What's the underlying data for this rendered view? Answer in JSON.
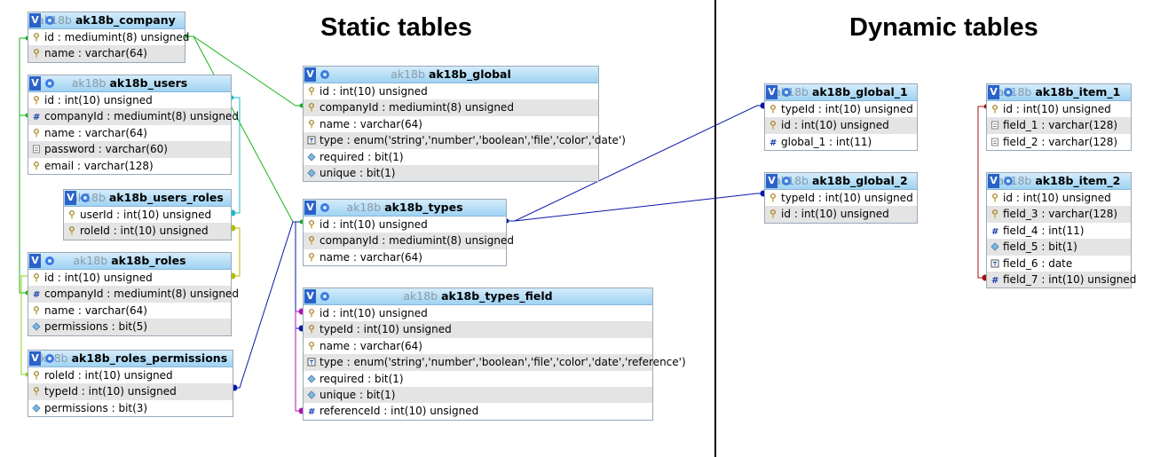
{
  "headings": {
    "static": "Static tables",
    "dynamic": "Dynamic tables"
  },
  "colors": {
    "green": "#19b319",
    "teal": "#1fb8c8",
    "olive": "#b9b900",
    "blue": "#0a17a8",
    "magenta": "#b010b8",
    "darkred": "#a01010"
  },
  "tables": [
    {
      "id": "company",
      "prefix": "ak18b",
      "name": "ak18b_company",
      "fields": [
        {
          "text": "id : mediumint(8) unsigned",
          "icon": "key"
        },
        {
          "text": "name : varchar(64)",
          "icon": "key"
        }
      ]
    },
    {
      "id": "users",
      "prefix": "ak18b",
      "name": "ak18b_users",
      "fields": [
        {
          "text": "id : int(10) unsigned",
          "icon": "key"
        },
        {
          "text": "companyId : mediumint(8) unsigned",
          "icon": "hash"
        },
        {
          "text": "name : varchar(64)",
          "icon": "key"
        },
        {
          "text": "password : varchar(60)",
          "icon": "text"
        },
        {
          "text": "email : varchar(128)",
          "icon": "key"
        }
      ]
    },
    {
      "id": "users_roles",
      "prefix": "ak18b",
      "name": "ak18b_users_roles",
      "fields": [
        {
          "text": "userId : int(10) unsigned",
          "icon": "key"
        },
        {
          "text": "roleId : int(10) unsigned",
          "icon": "key"
        }
      ]
    },
    {
      "id": "roles",
      "prefix": "ak18b",
      "name": "ak18b_roles",
      "fields": [
        {
          "text": "id : int(10) unsigned",
          "icon": "key"
        },
        {
          "text": "companyId : mediumint(8) unsigned",
          "icon": "hash"
        },
        {
          "text": "name : varchar(64)",
          "icon": "key"
        },
        {
          "text": "permissions : bit(5)",
          "icon": "diamond"
        }
      ]
    },
    {
      "id": "roles_permissions",
      "prefix": "ak18b",
      "name": "ak18b_roles_permissions",
      "fields": [
        {
          "text": "roleId : int(10) unsigned",
          "icon": "key"
        },
        {
          "text": "typeId : int(10) unsigned",
          "icon": "key"
        },
        {
          "text": "permissions : bit(3)",
          "icon": "diamond"
        }
      ]
    },
    {
      "id": "global",
      "prefix": "ak18b",
      "name": "ak18b_global",
      "fields": [
        {
          "text": "id : int(10) unsigned",
          "icon": "key"
        },
        {
          "text": "companyId : mediumint(8) unsigned",
          "icon": "key"
        },
        {
          "text": "name : varchar(64)",
          "icon": "key"
        },
        {
          "text": "type : enum('string','number','boolean','file','color','date')",
          "icon": "enum"
        },
        {
          "text": "required : bit(1)",
          "icon": "diamond"
        },
        {
          "text": "unique : bit(1)",
          "icon": "diamond"
        }
      ]
    },
    {
      "id": "types",
      "prefix": "ak18b",
      "name": "ak18b_types",
      "fields": [
        {
          "text": "id : int(10) unsigned",
          "icon": "key"
        },
        {
          "text": "companyId : mediumint(8) unsigned",
          "icon": "key"
        },
        {
          "text": "name : varchar(64)",
          "icon": "key"
        }
      ]
    },
    {
      "id": "types_field",
      "prefix": "ak18b",
      "name": "ak18b_types_field",
      "fields": [
        {
          "text": "id : int(10) unsigned",
          "icon": "key"
        },
        {
          "text": "typeId : int(10) unsigned",
          "icon": "key"
        },
        {
          "text": "name : varchar(64)",
          "icon": "key"
        },
        {
          "text": "type : enum('string','number','boolean','file','color','date','reference')",
          "icon": "enum"
        },
        {
          "text": "required : bit(1)",
          "icon": "diamond"
        },
        {
          "text": "unique : bit(1)",
          "icon": "diamond"
        },
        {
          "text": "referenceId : int(10) unsigned",
          "icon": "hash"
        }
      ]
    },
    {
      "id": "global_1",
      "prefix": "ak18b",
      "name": "ak18b_global_1",
      "fields": [
        {
          "text": "typeId : int(10) unsigned",
          "icon": "key"
        },
        {
          "text": "id : int(10) unsigned",
          "icon": "key"
        },
        {
          "text": "global_1 : int(11)",
          "icon": "hash"
        }
      ]
    },
    {
      "id": "global_2",
      "prefix": "ak18b",
      "name": "ak18b_global_2",
      "fields": [
        {
          "text": "typeId : int(10) unsigned",
          "icon": "key"
        },
        {
          "text": "id : int(10) unsigned",
          "icon": "key"
        }
      ]
    },
    {
      "id": "item_1",
      "prefix": "ak18b",
      "name": "ak18b_item_1",
      "fields": [
        {
          "text": "id : int(10) unsigned",
          "icon": "key"
        },
        {
          "text": "field_1 : varchar(128)",
          "icon": "text"
        },
        {
          "text": "field_2 : varchar(128)",
          "icon": "text"
        }
      ]
    },
    {
      "id": "item_2",
      "prefix": "ak18b",
      "name": "ak18b_item_2",
      "fields": [
        {
          "text": "id : int(10) unsigned",
          "icon": "key"
        },
        {
          "text": "field_3 : varchar(128)",
          "icon": "key"
        },
        {
          "text": "field_4 : int(11)",
          "icon": "hash"
        },
        {
          "text": "field_5 : bit(1)",
          "icon": "diamond"
        },
        {
          "text": "field_6 : date",
          "icon": "enum"
        },
        {
          "text": "field_7 : int(10) unsigned",
          "icon": "hash"
        }
      ]
    }
  ]
}
